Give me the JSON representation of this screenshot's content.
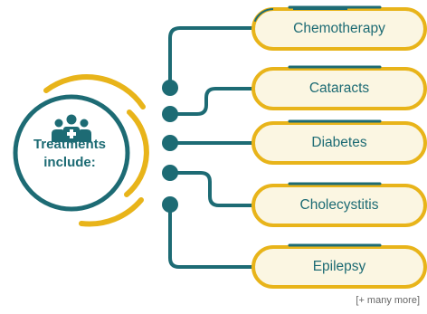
{
  "center": {
    "title_line1": "Treatments",
    "title_line2": "include:",
    "icon": "medical-team-icon"
  },
  "treatments": [
    {
      "label": "Chemotherapy"
    },
    {
      "label": "Cataracts"
    },
    {
      "label": "Diabetes"
    },
    {
      "label": "Cholecystitis"
    },
    {
      "label": "Epilepsy"
    }
  ],
  "footnote": "[+ many more]",
  "colors": {
    "teal": "#1d6b74",
    "gold": "#e8b41a",
    "pill_fill": "#fbf6e2",
    "white": "#ffffff"
  }
}
